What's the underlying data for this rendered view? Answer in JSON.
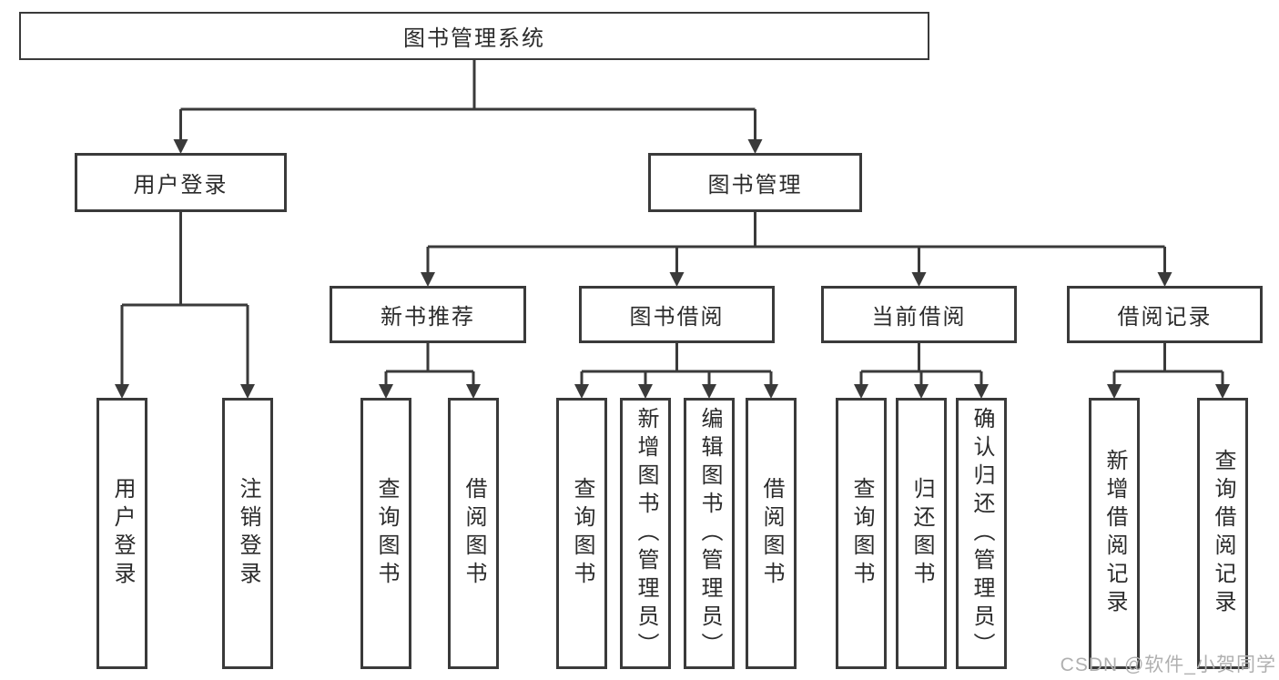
{
  "diagram": {
    "title": "图书管理系统",
    "watermark": "CSDN @软件_小贺同学",
    "colors": {
      "line": "#3a3a3a",
      "box_border": "#3a3a3a",
      "text": "#2b2b2b",
      "watermark": "#b0b0b0",
      "background": "#ffffff"
    },
    "nodes": [
      {
        "id": "root",
        "label": "图书管理系统",
        "parent": null,
        "orientation": "horizontal"
      },
      {
        "id": "user-login",
        "label": "用户登录",
        "parent": "root",
        "orientation": "horizontal"
      },
      {
        "id": "book-mgmt",
        "label": "图书管理",
        "parent": "root",
        "orientation": "horizontal"
      },
      {
        "id": "new-book-rec",
        "label": "新书推荐",
        "parent": "book-mgmt",
        "orientation": "horizontal"
      },
      {
        "id": "book-borrow",
        "label": "图书借阅",
        "parent": "book-mgmt",
        "orientation": "horizontal"
      },
      {
        "id": "current-borrow",
        "label": "当前借阅",
        "parent": "book-mgmt",
        "orientation": "horizontal"
      },
      {
        "id": "borrow-records",
        "label": "借阅记录",
        "parent": "book-mgmt",
        "orientation": "horizontal"
      },
      {
        "id": "leaf-user-login",
        "label": "用户登录",
        "parent": "user-login",
        "orientation": "vertical"
      },
      {
        "id": "leaf-logout",
        "label": "注销登录",
        "parent": "user-login",
        "orientation": "vertical"
      },
      {
        "id": "leaf-nbr-query",
        "label": "查询图书",
        "parent": "new-book-rec",
        "orientation": "vertical"
      },
      {
        "id": "leaf-nbr-borrow",
        "label": "借阅图书",
        "parent": "new-book-rec",
        "orientation": "vertical"
      },
      {
        "id": "leaf-bb-query",
        "label": "查询图书",
        "parent": "book-borrow",
        "orientation": "vertical"
      },
      {
        "id": "leaf-bb-add",
        "label": "新增图书（管理员）",
        "parent": "book-borrow",
        "orientation": "vertical"
      },
      {
        "id": "leaf-bb-edit",
        "label": "编辑图书（管理员）",
        "parent": "book-borrow",
        "orientation": "vertical"
      },
      {
        "id": "leaf-bb-borrow",
        "label": "借阅图书",
        "parent": "book-borrow",
        "orientation": "vertical"
      },
      {
        "id": "leaf-cb-query",
        "label": "查询图书",
        "parent": "current-borrow",
        "orientation": "vertical"
      },
      {
        "id": "leaf-cb-return",
        "label": "归还图书",
        "parent": "current-borrow",
        "orientation": "vertical"
      },
      {
        "id": "leaf-cb-confirm",
        "label": "确认归还（管理员）",
        "parent": "current-borrow",
        "orientation": "vertical"
      },
      {
        "id": "leaf-br-add",
        "label": "新增借阅记录",
        "parent": "borrow-records",
        "orientation": "vertical"
      },
      {
        "id": "leaf-br-query",
        "label": "查询借阅记录",
        "parent": "borrow-records",
        "orientation": "vertical"
      }
    ]
  }
}
